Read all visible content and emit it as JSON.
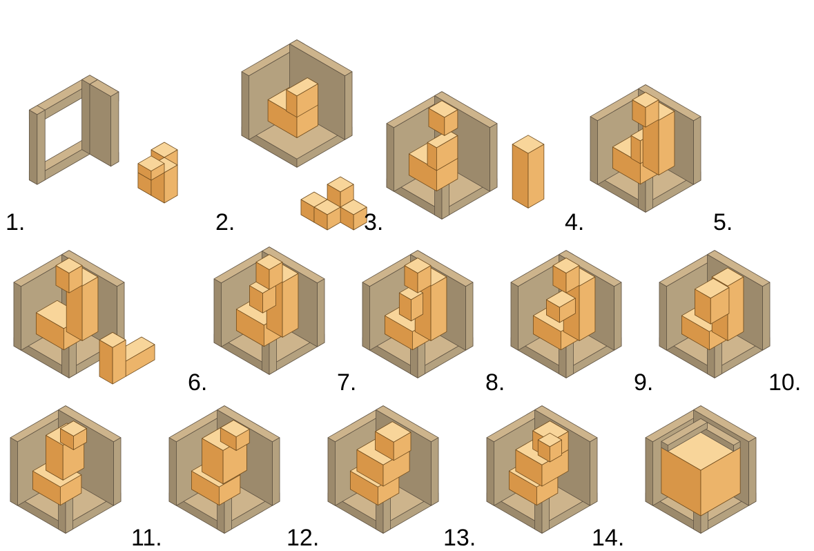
{
  "labels": [
    "1.",
    "2.",
    "3.",
    "4.",
    "5.",
    "6.",
    "7.",
    "8.",
    "9.",
    "10.",
    "11.",
    "12.",
    "13.",
    "14."
  ],
  "colors": {
    "frame_top": "#cdb48c",
    "frame_left": "#9c8a6c",
    "frame_right": "#b4a17f",
    "frame_edge": "#5e5242",
    "piece_top": "#f8d59a",
    "piece_left": "#d89648",
    "piece_right": "#ecb46a",
    "piece_edge": "#6e4a1c",
    "background": "#ffffff"
  }
}
